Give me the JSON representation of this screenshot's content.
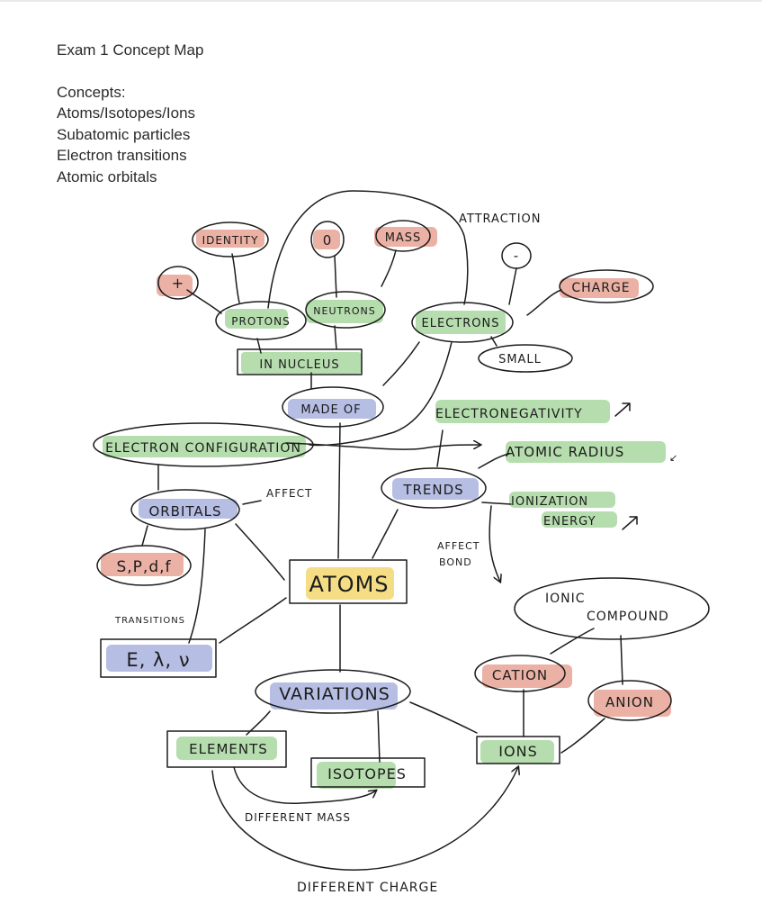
{
  "header": {
    "title": "Exam 1 Concept Map",
    "concepts_heading": "Concepts:",
    "concepts": [
      "Atoms/Isotopes/Ions",
      "Subatomic particles",
      "Electron transitions",
      "Atomic orbitals"
    ]
  },
  "colors": {
    "red": "#e8a395",
    "green": "#a9d7a0",
    "blue": "#aab3df",
    "yellow": "#f3d977",
    "ink": "#1c1c1c"
  },
  "nodes": {
    "identity": "IDENTITY",
    "zero": "0",
    "mass": "MASS",
    "attraction": "ATTRACTION",
    "negative": "-",
    "positive": "+",
    "charge": "CHARGE",
    "protons": "PROTONS",
    "neutrons": "NEUTRONS",
    "electrons": "ELECTRONS",
    "small": "SMALL",
    "in_nucleus": "IN NUCLEUS",
    "made_of": "MADE OF",
    "electronegativity": "ELECTRONEGATIVITY",
    "electron_configuration": "ELECTRON CONFIGURATION",
    "atomic_radius": "ATOMIC RADIUS",
    "affect": "AFFECT",
    "orbitals": "ORBITALS",
    "trends": "TRENDS",
    "ionization_line1": "IONIZATION",
    "ionization_line2": "ENERGY",
    "affect_bond_line1": "AFFECT",
    "affect_bond_line2": "BOND",
    "spdf": "S,P,d,f",
    "atoms": "ATOMS",
    "ionic_line1": "IONIC",
    "ionic_line2": "COMPOUND",
    "transitions": "TRANSITIONS",
    "e_lambda_nu": "E, λ, ν",
    "cation": "CATION",
    "variations": "VARIATIONS",
    "anion": "ANION",
    "elements": "ELEMENTS",
    "ions": "IONS",
    "isotopes": "ISOTOPES",
    "different_mass": "DIFFERENT MASS",
    "different_charge": "DIFFERENT CHARGE",
    "arrow_up": "↗",
    "arrow_down": "↙"
  }
}
